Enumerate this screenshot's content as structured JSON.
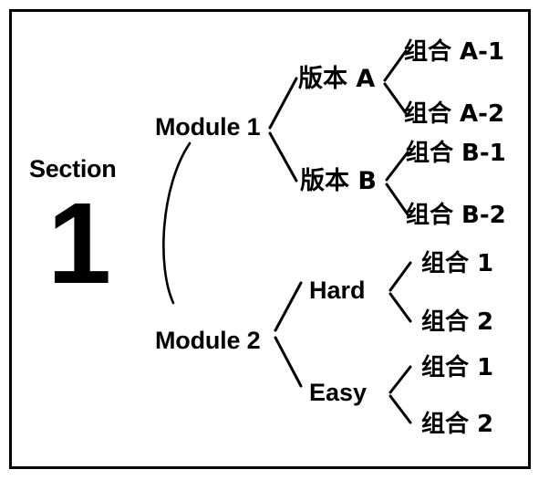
{
  "diagram": {
    "title": "Section 1 experiment structure tree",
    "frame_color": "#000000",
    "background_color": "#ffffff",
    "text_color": "#000000",
    "root": {
      "word": "Section",
      "number": "1"
    },
    "modules": [
      {
        "label": "Module 1",
        "branches": [
          {
            "label": "版本 A",
            "leaves": [
              {
                "label": "组合 A-1"
              },
              {
                "label": "组合 A-2"
              }
            ]
          },
          {
            "label": "版本 B",
            "leaves": [
              {
                "label": "组合 B-1"
              },
              {
                "label": "组合 B-2"
              }
            ]
          }
        ]
      },
      {
        "label": "Module 2",
        "branches": [
          {
            "label": "Hard",
            "leaves": [
              {
                "label": "组合 1"
              },
              {
                "label": "组合 2"
              }
            ]
          },
          {
            "label": "Easy",
            "leaves": [
              {
                "label": "组合 1"
              },
              {
                "label": "组合 2"
              }
            ]
          }
        ]
      }
    ]
  }
}
